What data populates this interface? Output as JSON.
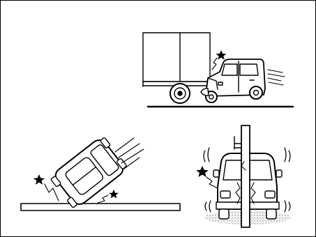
{
  "figure": {
    "panels": [
      {
        "id": "underride-collision",
        "description_icons": [
          "impact-star-icon"
        ]
      },
      {
        "id": "vehicle-flip-impact",
        "description_icons": [
          "impact-star-icon",
          "impact-star-icon"
        ]
      },
      {
        "id": "pole-collision",
        "description_icons": [
          "impact-star-icon"
        ]
      }
    ]
  },
  "colors": {
    "line": "#000000",
    "background": "#ffffff",
    "shade": "#bdbdbd"
  }
}
